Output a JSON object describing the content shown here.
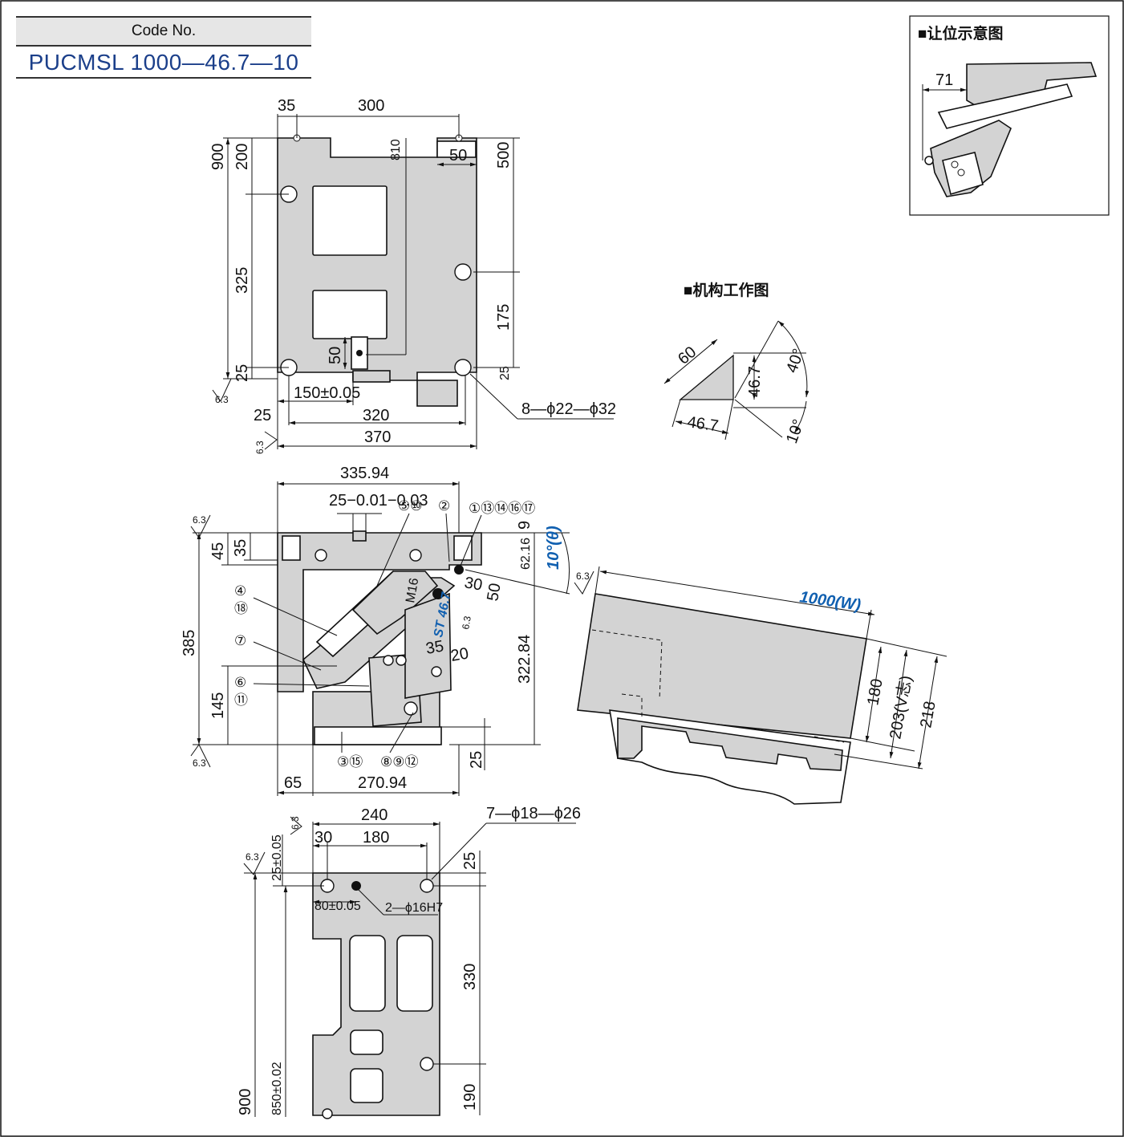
{
  "code": {
    "label": "Code No.",
    "value": "PUCMSL 1000—46.7—10"
  },
  "insets": {
    "clearance_title": "■让位示意图",
    "clearance_dim": "71",
    "mechanism_title": "■机构工作图",
    "mech_dims": [
      "60",
      "46.7",
      "46.7",
      "40°",
      "10°"
    ]
  },
  "top_view": {
    "dims_top": [
      "35",
      "300",
      "50"
    ],
    "dims_left": [
      "900",
      "200",
      "325",
      "25"
    ],
    "dims_right": [
      "500",
      "175",
      "25"
    ],
    "dims_inner": [
      "810",
      "50"
    ],
    "dims_bottom": [
      "150±0.05",
      "25",
      "320",
      "370"
    ],
    "holes_note": "8—ϕ22—ϕ32",
    "roughness": "6.3"
  },
  "side_view": {
    "dims_top": [
      "335.94",
      "25−0.01−0.03"
    ],
    "dims_left": [
      "385",
      "45",
      "35",
      "145"
    ],
    "dims_right": [
      "9",
      "62.16",
      "322.84",
      "25"
    ],
    "dims_inner": [
      "30",
      "50",
      "M16",
      "46.7",
      "ST",
      "35",
      "20",
      "6.3"
    ],
    "angle": "10°(θ)",
    "dims_bottom": [
      "65",
      "270.94"
    ],
    "balloons_top": [
      "⑤⑩",
      "②",
      "①⑬⑭⑯⑰"
    ],
    "balloons_left": [
      "④",
      "⑱",
      "⑦",
      "⑥",
      "⑪"
    ],
    "balloons_bottom": [
      "③⑮",
      "⑧⑨⑫"
    ],
    "roughness": "6.3"
  },
  "die_view": {
    "width": "1000(W)",
    "dims": [
      "180",
      "203(V志)",
      "218"
    ]
  },
  "bottom_view": {
    "dims_top": [
      "240",
      "30",
      "180"
    ],
    "holes_note": "7—ϕ18—ϕ26",
    "pin_note": "2—ϕ16H7",
    "dims_left": [
      "25±0.05",
      "80±0.05",
      "900",
      "850±0.02"
    ],
    "dims_right": [
      "25",
      "330",
      "190"
    ],
    "roughness": "6.3"
  }
}
